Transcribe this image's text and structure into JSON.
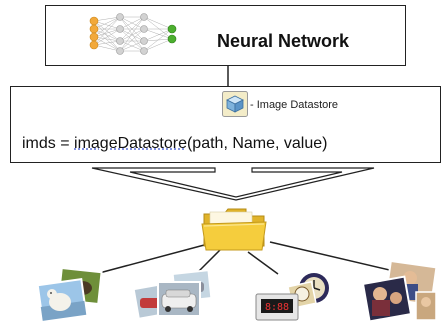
{
  "network": {
    "title": "Neural Network",
    "node_colors": {
      "input": "#f2a93b",
      "hidden": "#c9c9c9",
      "output": "#4caf2f"
    },
    "icon": "neural-network-icon"
  },
  "datastore": {
    "legend": "- Image Datastore",
    "code_prefix": "imds = ",
    "code_function": "imageDatastore",
    "code_args": "(path, Name, value)",
    "icon": "datastore-cube-icon"
  },
  "folder": {
    "icon": "folder-icon",
    "color": "#f5cd3d"
  },
  "image_groups": [
    {
      "icon": "animal-photos-icon"
    },
    {
      "icon": "vehicle-photos-icon"
    },
    {
      "icon": "clock-photos-icon"
    },
    {
      "icon": "people-photos-icon"
    }
  ]
}
